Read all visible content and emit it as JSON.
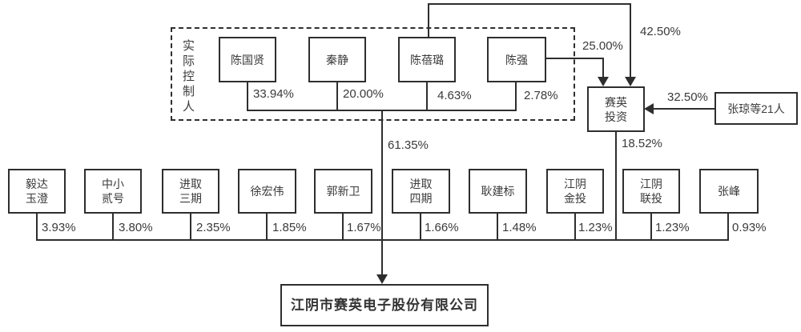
{
  "controller_group": {
    "label": "实际控制人"
  },
  "actual_controllers": [
    {
      "name": "陈国贤",
      "pct": "33.94%"
    },
    {
      "name": "秦静",
      "pct": "20.00%"
    },
    {
      "name": "陈蓓璐",
      "pct": "4.63%"
    },
    {
      "name": "陈强",
      "pct": "2.78%"
    }
  ],
  "control_path": {
    "pct_to_company": "61.35%"
  },
  "saiying_investment": {
    "name": "赛英\n投资",
    "pct_to_company": "18.52%",
    "inflows": {
      "from_chen_beilu_pct": "42.50%",
      "from_chen_qiang_pct": "25.00%",
      "from_zhang_qiong_pct": "32.50%"
    }
  },
  "zhang_qiong_group": {
    "name": "张琼等21人"
  },
  "shareholders": [
    {
      "name": "毅达\n玉澄",
      "pct": "3.93%"
    },
    {
      "name": "中小\n贰号",
      "pct": "3.80%"
    },
    {
      "name": "进取\n三期",
      "pct": "2.35%"
    },
    {
      "name": "徐宏伟",
      "pct": "1.85%"
    },
    {
      "name": "郭新卫",
      "pct": "1.67%"
    },
    {
      "name": "进取\n四期",
      "pct": "1.66%"
    },
    {
      "name": "耿建标",
      "pct": "1.48%"
    },
    {
      "name": "江阴\n金投",
      "pct": "1.23%"
    },
    {
      "name": "江阴\n联投",
      "pct": "1.23%"
    },
    {
      "name": "张峰",
      "pct": "0.93%"
    }
  ],
  "company": {
    "name": "江阴市赛英电子股份有限公司"
  },
  "colors": {
    "line": "#2e2e2e",
    "text": "#3a3a3a",
    "background": "#ffffff"
  }
}
